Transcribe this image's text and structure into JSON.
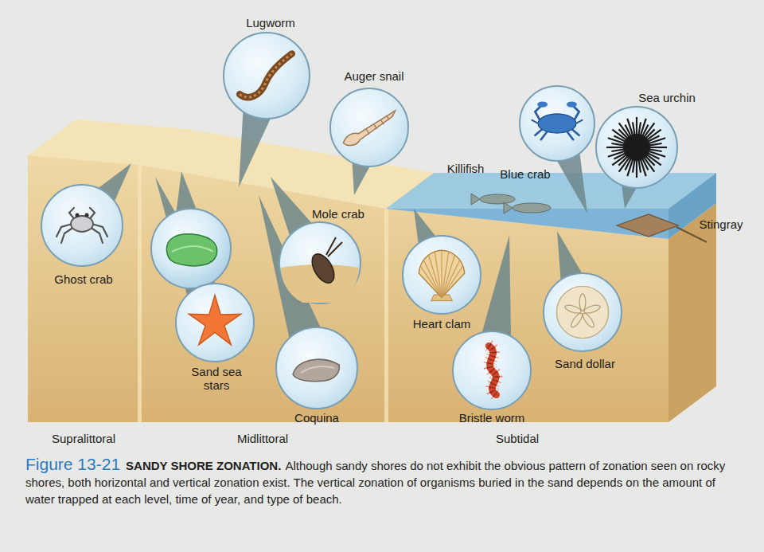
{
  "diagram": {
    "title": "SANDY SHORE ZONATION.",
    "caption": "Although sandy shores do not exhibit the obvious pattern of zonation seen on rocky shores, both horizontal and vertical zonation exist. The vertical zonation of organisms buried in the sand depends on the amount of water trapped at each level, time of year, and type of beach.",
    "nodes": [
      {
        "text": [
          "Lugworm"
        ]
      },
      {
        "text": [
          "Auger snail"
        ]
      },
      {
        "text": [
          "Blue crab"
        ]
      },
      {
        "text": [
          "Sea urchin"
        ]
      },
      {
        "text": [
          "Ghost crab"
        ]
      },
      {
        "text": [
          "Mole crab"
        ]
      },
      {
        "text": [
          "Heart clam"
        ]
      },
      {
        "text": [
          "Sand dollar"
        ]
      },
      {
        "text": [
          "Sand sea stars"
        ]
      },
      {
        "text": [
          "Coquina"
        ]
      },
      {
        "text": [
          "Bristle worm"
        ]
      }
    ],
    "labels": [
      "Killifish",
      "Stingray",
      "Supralittoral",
      "Midlittoral",
      "Subtidal",
      "Figure 13-21"
    ]
  }
}
